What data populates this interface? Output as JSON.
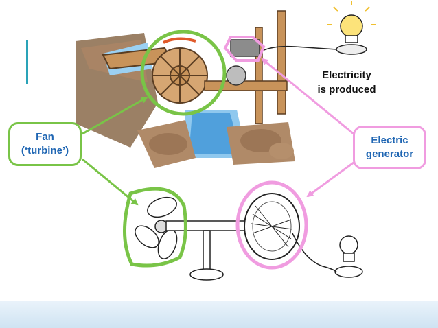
{
  "labels": {
    "fan_line1": "Fan",
    "fan_line2": "(‘turbine’)",
    "generator_line1": "Electric",
    "generator_line2": "generator",
    "electricity_line1": "Electricity",
    "electricity_line2": "is produced"
  },
  "colors": {
    "fan_highlight": "#79c447",
    "generator_highlight": "#f09ce0",
    "label_text": "#1f66b3",
    "water": "#3b93d6",
    "wood": "#c8935a"
  },
  "icons": [
    "water-wheel",
    "generator",
    "light-bulb",
    "propeller",
    "wire-drum"
  ]
}
